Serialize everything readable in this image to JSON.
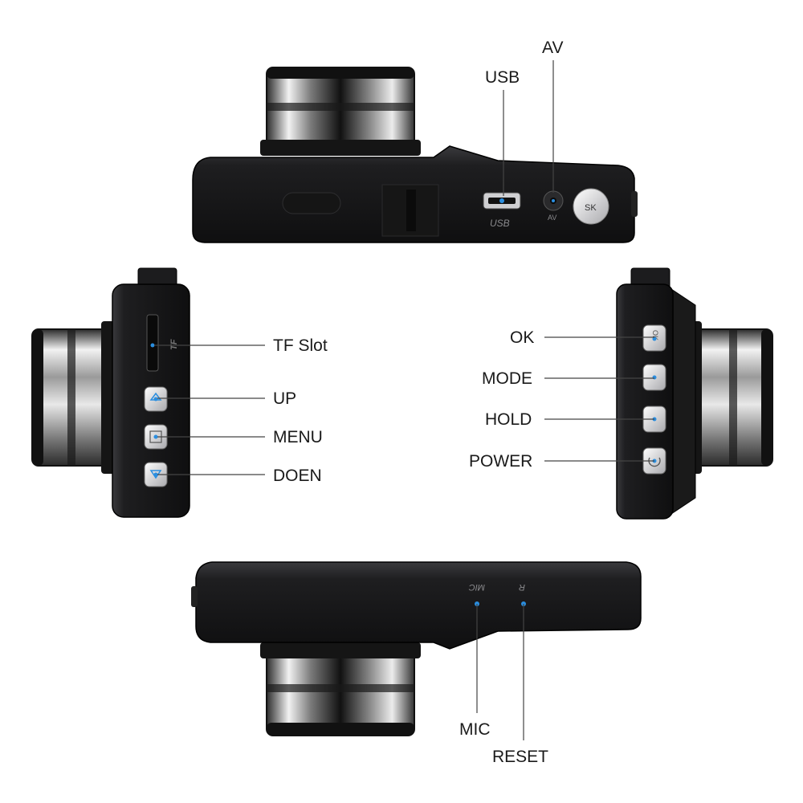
{
  "top_view": {
    "port_labels": {
      "usb": "USB",
      "av": "AV"
    },
    "printed_marks": {
      "usb": "USB",
      "av": "AV",
      "sk": "SK"
    }
  },
  "left_view": {
    "labels": {
      "tf_slot": "TF Slot",
      "up": "UP",
      "menu": "MENU",
      "down": "DOEN"
    },
    "printed_marks": {
      "tf": "TF"
    }
  },
  "right_view": {
    "labels": {
      "ok": "OK",
      "mode": "MODE",
      "hold": "HOLD",
      "power": "POWER"
    },
    "printed_marks": {
      "ok": "OK"
    }
  },
  "bottom_view": {
    "labels": {
      "mic": "MIC",
      "reset": "RESET"
    },
    "printed_marks": {
      "mic": "MIC",
      "reset": "R"
    }
  },
  "colors": {
    "body": "#1c1c1e",
    "body_edge": "#3a3a3d",
    "chrome": "#c9c9cc",
    "indicator": "#2a8ee0",
    "leader_line": "#444444"
  }
}
